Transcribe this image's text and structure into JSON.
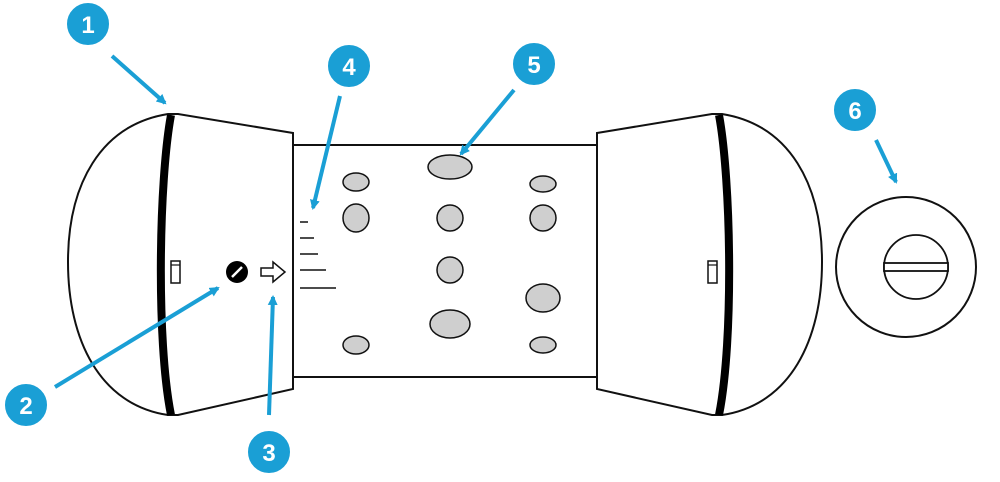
{
  "colors": {
    "callout_fill": "#1a9fd5",
    "callout_ring": "#ffffff",
    "arrow": "#1a9fd5",
    "outline": "#111111",
    "band": "#000000",
    "dot": "#cfcfcf",
    "background": "#ffffff"
  },
  "callouts": [
    {
      "id": "1",
      "label": "1",
      "points_to": "end-cap-seam"
    },
    {
      "id": "2",
      "label": "2",
      "points_to": "lock-screw"
    },
    {
      "id": "3",
      "label": "3",
      "points_to": "direction-arrow"
    },
    {
      "id": "4",
      "label": "4",
      "points_to": "level-scale"
    },
    {
      "id": "5",
      "label": "5",
      "points_to": "tread-dots"
    },
    {
      "id": "6",
      "label": "6",
      "points_to": "cap-screw-slot"
    }
  ],
  "icons": [
    "slot-icon",
    "screw-icon",
    "direction-arrow-icon",
    "level-scale-icon"
  ]
}
